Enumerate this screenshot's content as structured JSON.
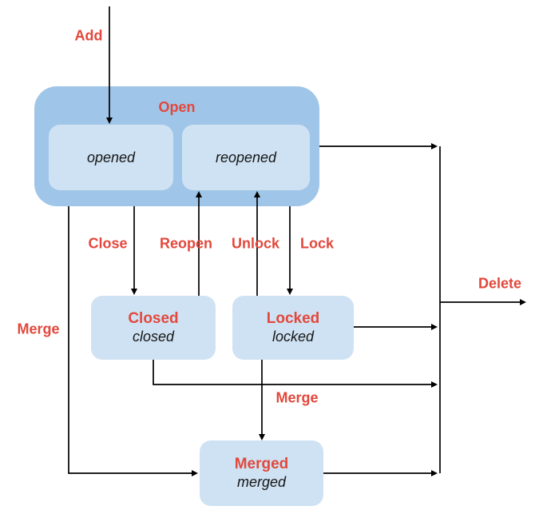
{
  "states": {
    "open": {
      "label": "Open"
    },
    "opened": {
      "label": "opened"
    },
    "reopened": {
      "label": "reopened"
    },
    "closed": {
      "label": "Closed",
      "sublabel": "closed"
    },
    "locked": {
      "label": "Locked",
      "sublabel": "locked"
    },
    "merged": {
      "label": "Merged",
      "sublabel": "merged"
    }
  },
  "transitions": {
    "add": {
      "label": "Add"
    },
    "close": {
      "label": "Close"
    },
    "reopen": {
      "label": "Reopen"
    },
    "unlock": {
      "label": "Unlock"
    },
    "lock": {
      "label": "Lock"
    },
    "merge_left": {
      "label": "Merge"
    },
    "merge_middle": {
      "label": "Merge"
    },
    "delete": {
      "label": "Delete"
    }
  },
  "colors": {
    "open_group_fill": "#9fc5e8",
    "state_fill": "#cfe2f3",
    "transition_label": "#e2483c",
    "state_sublabel": "#161616",
    "arrow": "#000000",
    "background": "#ffffff"
  }
}
